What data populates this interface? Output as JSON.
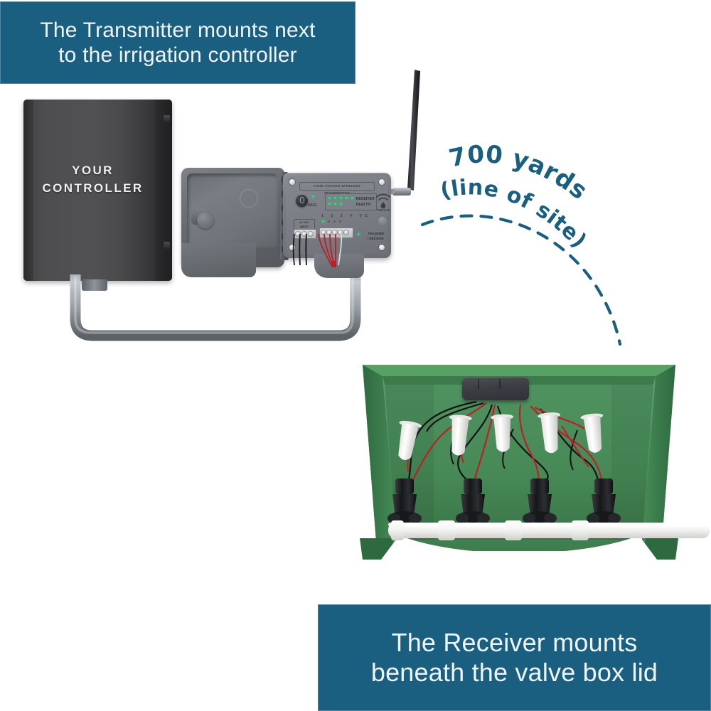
{
  "page": {
    "title": "Wireless irrigation transmitter and receiver installation diagram",
    "background": "#ffffff"
  },
  "colors": {
    "banner_teal": "#1a5f80",
    "banner_text": "#eef3f6",
    "range_label_teal": "#1a5f80",
    "valve_box_green": "#4a8a5a",
    "valve_box_green_dark": "#2f6b40",
    "controller_dark": "#4a4a4d",
    "led_green": "#19e56a",
    "pvc_white": "#f2f2f0",
    "wire_red": "#c0232a",
    "wire_black": "#1a1a1a"
  },
  "captions": {
    "top": {
      "line1": "The Transmitter mounts next",
      "line2": "to the irrigation controller"
    },
    "bottom": {
      "line1": "The Receiver mounts",
      "line2": "beneath the valve box lid"
    }
  },
  "range_annotation": {
    "line1": "700 yards",
    "line2": "(line of site)",
    "style": "curved-arc-dashed"
  },
  "controller": {
    "label_line1": "YOUR",
    "label_line2": "CONTROLLER"
  },
  "transmitter": {
    "header": "FOUR STATION WIRELESS TRANSMITTER",
    "power_label": "POWER",
    "receiver_health_line1": "RECEIVER",
    "receiver_health_line2": "HEALTH",
    "brand": "THRIVE",
    "power_input_line1": "24 VAC",
    "power_input_line2": "INPUT",
    "station_terminals": [
      "1",
      "2",
      "3",
      "4",
      "VC"
    ],
    "transmit_receive_line1": "TRANSMIT",
    "transmit_receive_line2": "/ RECEIVE",
    "led_count_health": 16,
    "antenna": "whip-antenna"
  },
  "valve_box": {
    "lid_color": "#4a8a5a",
    "receiver_module": "wireless-receiver",
    "solenoid_count": 5,
    "valve_count": 4,
    "pipe": "pvc-manifold"
  },
  "icons": {
    "wifi": "wifi-droplet-icon",
    "power_knob": "power-knob-icon",
    "antenna": "antenna-icon"
  }
}
